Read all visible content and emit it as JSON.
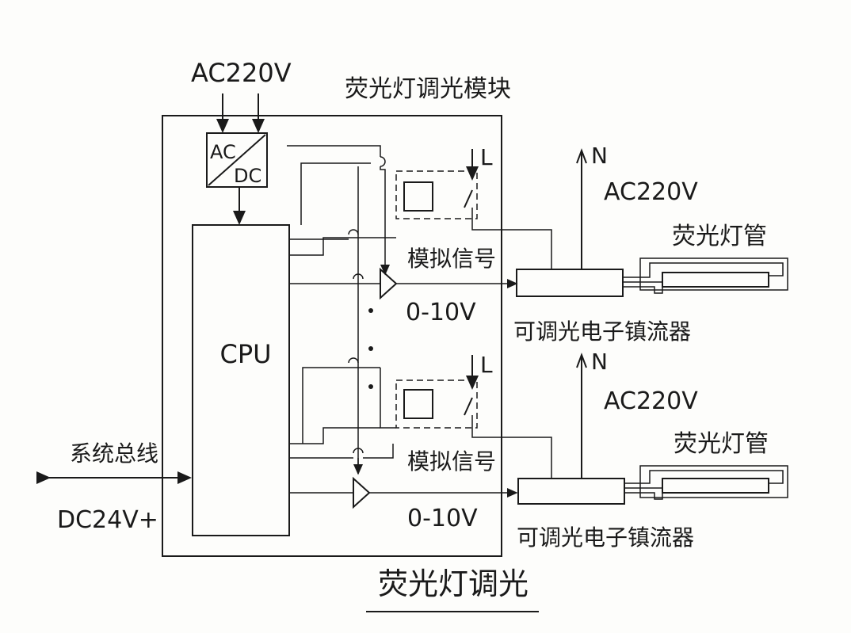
{
  "diagram": {
    "title": "荧光灯调光",
    "module_label": "荧光灯调光模块",
    "supply_top": "AC220V",
    "converter_ac": "AC",
    "converter_dc": "DC",
    "cpu": "CPU",
    "bus_label": "系统总线",
    "bus_voltage": "DC24V+",
    "channels": [
      {
        "relay_line": "L",
        "neutral": "N",
        "supply": "AC220V",
        "analog_label": "模拟信号",
        "voltage_range": "0-10V",
        "ballast": "可调光电子镇流器",
        "tube": "荧光灯管"
      },
      {
        "relay_line": "L",
        "neutral": "N",
        "supply": "AC220V",
        "analog_label": "模拟信号",
        "voltage_range": "0-10V",
        "ballast": "可调光电子镇流器",
        "tube": "荧光灯管"
      }
    ]
  }
}
